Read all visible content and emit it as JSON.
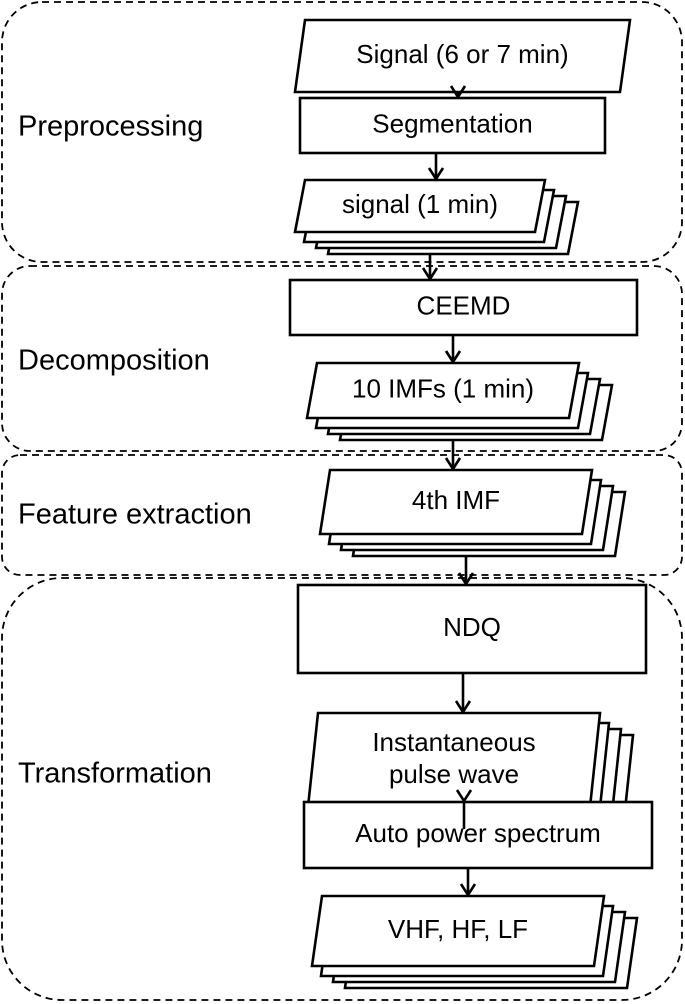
{
  "diagram": {
    "groups": [
      {
        "id": "preprocessing",
        "label": "Preprocessing"
      },
      {
        "id": "decomposition",
        "label": "Decomposition"
      },
      {
        "id": "feature-extraction",
        "label": "Feature extraction"
      },
      {
        "id": "transformation",
        "label": "Transformation"
      }
    ],
    "nodes": [
      {
        "id": "signal-6-7",
        "shape": "data",
        "group": "preprocessing",
        "lines": [
          "Signal (6 or 7 min)"
        ]
      },
      {
        "id": "segmentation",
        "shape": "process",
        "group": "preprocessing",
        "lines": [
          "Segmentation"
        ]
      },
      {
        "id": "signal-1",
        "shape": "multi-data",
        "group": "preprocessing",
        "lines": [
          "signal (1 min)"
        ]
      },
      {
        "id": "ceemd",
        "shape": "process",
        "group": "decomposition",
        "lines": [
          "CEEMD"
        ]
      },
      {
        "id": "imfs",
        "shape": "multi-data",
        "group": "decomposition",
        "lines": [
          "10 IMFs (1 min)"
        ]
      },
      {
        "id": "imf4",
        "shape": "multi-data",
        "group": "feature-extraction",
        "lines": [
          "4th IMF"
        ]
      },
      {
        "id": "ndq",
        "shape": "process",
        "group": "transformation",
        "lines": [
          "NDQ"
        ]
      },
      {
        "id": "pulse-wave",
        "shape": "multi-data",
        "group": "transformation",
        "lines": [
          "Instantaneous",
          "pulse wave"
        ]
      },
      {
        "id": "aps",
        "shape": "process",
        "group": "transformation",
        "lines": [
          "Auto power spectrum"
        ]
      },
      {
        "id": "bands",
        "shape": "multi-data",
        "group": "transformation",
        "lines": [
          "VHF, HF, LF"
        ]
      }
    ],
    "edges": [
      [
        "signal-6-7",
        "segmentation"
      ],
      [
        "segmentation",
        "signal-1"
      ],
      [
        "signal-1",
        "ceemd"
      ],
      [
        "ceemd",
        "imfs"
      ],
      [
        "imfs",
        "imf4"
      ],
      [
        "imf4",
        "ndq"
      ],
      [
        "ndq",
        "pulse-wave"
      ],
      [
        "pulse-wave",
        "aps"
      ],
      [
        "aps",
        "bands"
      ]
    ]
  }
}
